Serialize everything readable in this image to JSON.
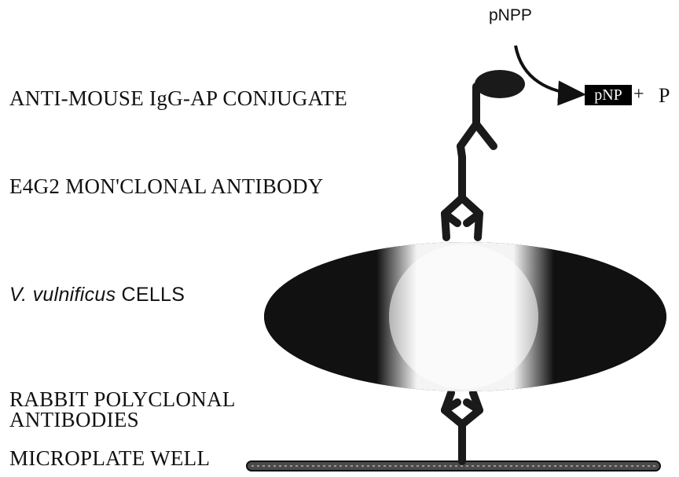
{
  "labels": {
    "conjugate": "ANTI-MOUSE IgG-AP CONJUGATE",
    "monoclonal": "E4G2 MON'CLONAL ANTIBODY",
    "cells_species": "V. vulnificus",
    "cells_word": "CELLS",
    "rabbit_line1": "RABBIT POLYCLONAL",
    "rabbit_line2": "ANTIBODIES",
    "well": "MICROPLATE WELL"
  },
  "reaction": {
    "substrate": "pNPP",
    "product": "pNP",
    "plus": "+",
    "phosphate": "P"
  }
}
